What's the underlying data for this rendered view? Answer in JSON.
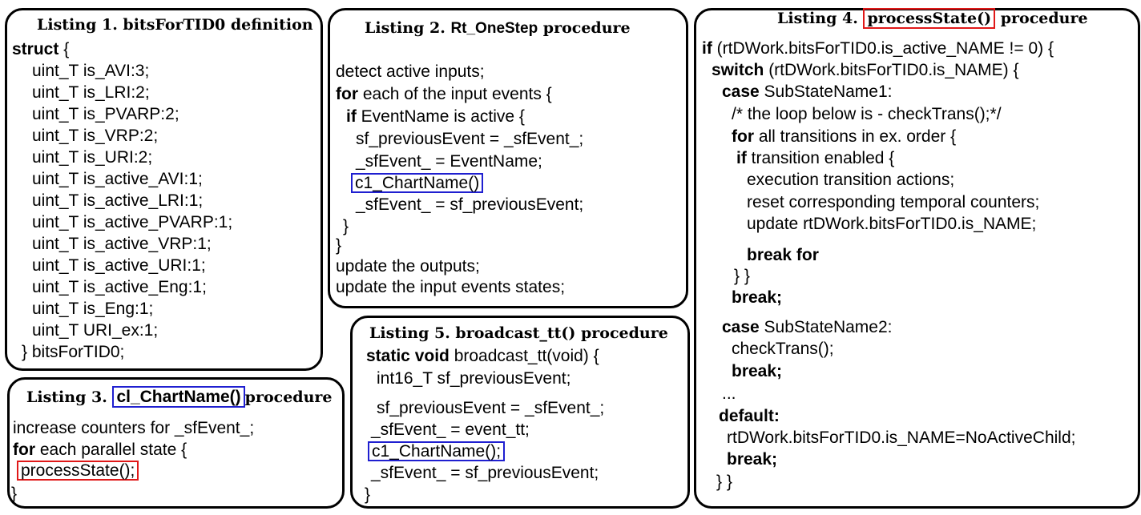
{
  "listing1": {
    "title": "Listing 1. bitsForTID0 definition",
    "struct_kw": "struct",
    "struct_rest": " {",
    "fields": [
      "uint_T is_AVI:3;",
      "uint_T is_LRI:2;",
      "uint_T is_PVARP:2;",
      "uint_T is_VRP:2;",
      "uint_T is_URI:2;",
      "uint_T is_active_AVI:1;",
      "uint_T is_active_LRI:1;",
      "uint_T is_active_PVARP:1;",
      "uint_T is_active_VRP:1;",
      "uint_T is_active_URI:1;",
      "uint_T is_active_Eng:1;",
      "uint_T is_Eng:1;",
      "uint_T URI_ex:1;"
    ],
    "closing": "} bitsForTID0;"
  },
  "listing2": {
    "title_prefix": "Listing 2. ",
    "title_code": "Rt_OneStep",
    "title_suffix": " procedure",
    "l1": "detect active inputs;",
    "l2_kw": "for",
    "l2_rest": " each of the input  events {",
    "l3_kw": "if",
    "l3_rest": " EventName is active   {",
    "l4": "sf_previousEvent = _sfEvent_;",
    "l5": "_sfEvent_ = EventName;",
    "l6": "c1_ChartName()",
    "l7": "_sfEvent_ = sf_previousEvent;",
    "l8": "}",
    "l9": "}",
    "l10": "update the outputs;",
    "l11": "update the input events states;"
  },
  "listing3": {
    "title_prefix": "Listing 3. ",
    "title_code": "cl_ChartName()",
    "title_suffix": "procedure",
    "l1": "increase counters for _sfEvent_;",
    "l2_kw": "for",
    "l2_rest": " each parallel state {",
    "l3": "processState();",
    "l4": "}"
  },
  "listing4": {
    "title_prefix": "Listing 4. ",
    "title_code": "processState()",
    "title_suffix": " procedure",
    "l1_kw": "if",
    "l1_rest": " (rtDWork.bitsForTID0.is_active_NAME != 0) {",
    "l2_kw": "switch",
    "l2_rest": " (rtDWork.bitsForTID0.is_NAME) {",
    "l3_kw": "case",
    "l3_rest": " SubStateName1:",
    "l4": "/* the loop below is - checkTrans();*/",
    "l5_kw": "for",
    "l5_rest": " all transitions in ex. order {",
    "l6_kw": "if",
    "l6_rest": " transition enabled {",
    "l7": "execution transition actions;",
    "l8": "reset corresponding temporal counters;",
    "l9": "update  rtDWork.bitsForTID0.is_NAME;",
    "l10": "break for",
    "l11": "}    }",
    "l12": "break;",
    "l13_kw": "case",
    "l13_rest": " SubStateName2:",
    "l14": "checkTrans();",
    "l15": "break;",
    "l16": "...",
    "l17": "default:",
    "l18": "rtDWork.bitsForTID0.is_NAME=NoActiveChild;",
    "l19": "break;",
    "l20": "}   }"
  },
  "listing5": {
    "title": "Listing 5. broadcast_tt() procedure",
    "l1_kw": "static void",
    "l1_rest": " broadcast_tt(void) {",
    "l2": "int16_T sf_previousEvent;",
    "l3": "sf_previousEvent = _sfEvent_;",
    "l4": "_sfEvent_ = event_tt;",
    "l5": "c1_ChartName();",
    "l6": "_sfEvent_ = sf_previousEvent;",
    "l7": "}"
  },
  "colors": {
    "blue_highlight": "#1f1fd0",
    "red_highlight": "#e01818"
  }
}
